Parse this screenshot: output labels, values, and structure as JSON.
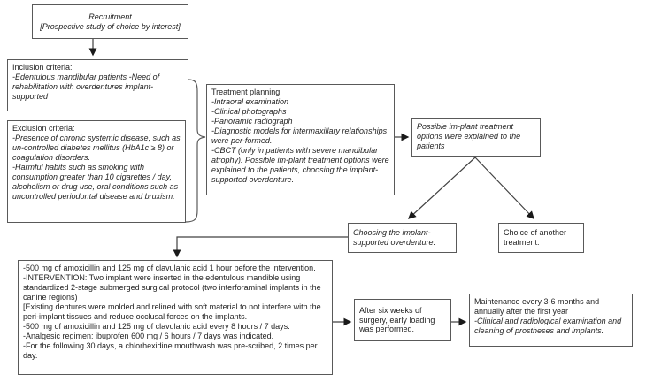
{
  "flowchart": {
    "recruitment": {
      "title": "Recruitment",
      "subtitle": "[Prospective study of choice by interest]"
    },
    "inclusion": {
      "title": "Inclusion criteria:",
      "body": "-Edentulous mandibular patients -Need of rehabilitation with overdentures implant-supported"
    },
    "exclusion": {
      "title": "Exclusion criteria:",
      "items": [
        "-Presence of chronic systemic disease, such as un-controlled diabetes mellitus (HbA1c ≥ 8) or coagulation disorders.",
        "-Harmful habits such as smoking with consumption greater than 10 cigarettes / day, alcoholism or drug use, oral conditions such as uncontrolled periodontal disease and bruxism."
      ]
    },
    "treatment_planning": {
      "title": "Treatment planning:",
      "items": [
        "-Intraoral examination",
        "-Clinical photographs",
        "-Panoramic radiograph",
        "-Diagnostic models for intermaxillary relationships were per-formed.",
        "-CBCT (only in patients with severe mandibular atrophy). Possible im-plant treatment options were explained to the patients, choosing the implant-supported overdenture."
      ]
    },
    "options_explained": {
      "body": "Possible im-plant treatment options were explained to the patients"
    },
    "choice_overdenture": {
      "body": "Choosing the implant-supported overdenture."
    },
    "choice_other": {
      "body": "Choice of another treatment."
    },
    "intervention": {
      "items": [
        "-500 mg of amoxicillin and 125 mg of clavulanic acid 1 hour before the intervention.",
        "-INTERVENTION: Two implant were inserted in the edentulous mandible using standardized 2-stage submerged surgical protocol (two interforaminal implants in the canine regions)",
        "[Existing dentures were molded and relined with soft material to not interfere with the peri-implant tissues and reduce occlusal forces on the implants.",
        "-500 mg of amoxicillin and 125 mg of clavulanic acid every 8 hours / 7 days.",
        "-Analgesic regimen: ibuprofen 600 mg / 6 hours / 7 days was indicated.",
        "-For the following 30 days, a chlorhexidine mouthwash was pre-scribed, 2 times per day."
      ]
    },
    "loading": {
      "body": "After six weeks of surgery, early loading was performed."
    },
    "maintenance": {
      "title": "Maintenance every 3-6 months and annually after the first year",
      "body": "-Clinical and radiological examination and cleaning of prostheses and implants."
    },
    "colors": {
      "box_border": "#595959",
      "connector_line": "#404040",
      "arrowhead": "#1a1a1a",
      "text": "#1f1f1f",
      "background": "#ffffff"
    }
  }
}
